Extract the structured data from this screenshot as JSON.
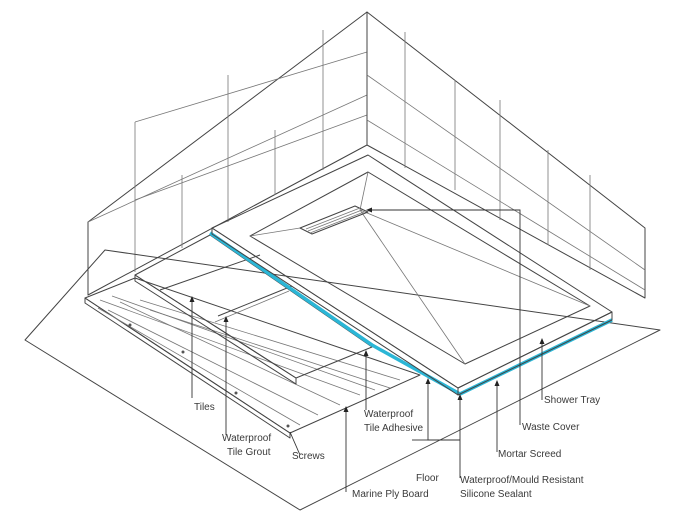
{
  "labels": {
    "tiles": "Tiles",
    "tile_grout_1": "Waterproof",
    "tile_grout_2": "Tile Grout",
    "screws": "Screws",
    "tile_adhesive_1": "Waterproof",
    "tile_adhesive_2": "Tile Adhesive",
    "marine_ply": "Marine Ply Board",
    "floor": "Floor",
    "sealant_1": "Waterproof/Mould Resistant",
    "sealant_2": "Silicone Sealant",
    "mortar_screed": "Mortar Screed",
    "waste_cover": "Waste Cover",
    "shower_tray": "Shower Tray"
  },
  "colors": {
    "sealant": "#2bb6d6",
    "line": "#444444",
    "background": "#ffffff"
  }
}
